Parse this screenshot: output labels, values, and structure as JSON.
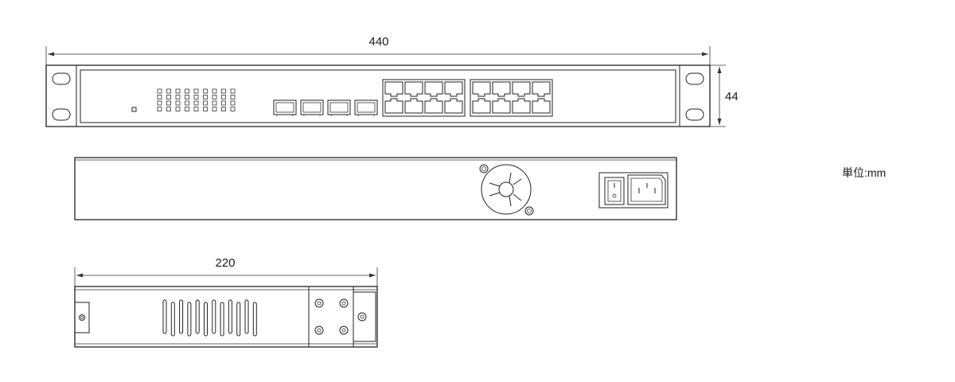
{
  "dimensions": {
    "width_label": "440",
    "height_label": "44",
    "depth_label": "220"
  },
  "unit_label": "単位:mm",
  "front_view": {
    "status_led_rows": 4,
    "status_led_columns": 9,
    "sfp_ports": 4,
    "rj45_ports_per_group": 8,
    "rj45_groups": 2
  },
  "rear_view": {
    "fan_count": 1,
    "power_switch": true,
    "power_inlet": "IEC C14"
  },
  "side_view": {
    "vent_slots": 12,
    "bracket_screws": 4
  },
  "colors": {
    "line": "#222222",
    "background": "#ffffff"
  }
}
